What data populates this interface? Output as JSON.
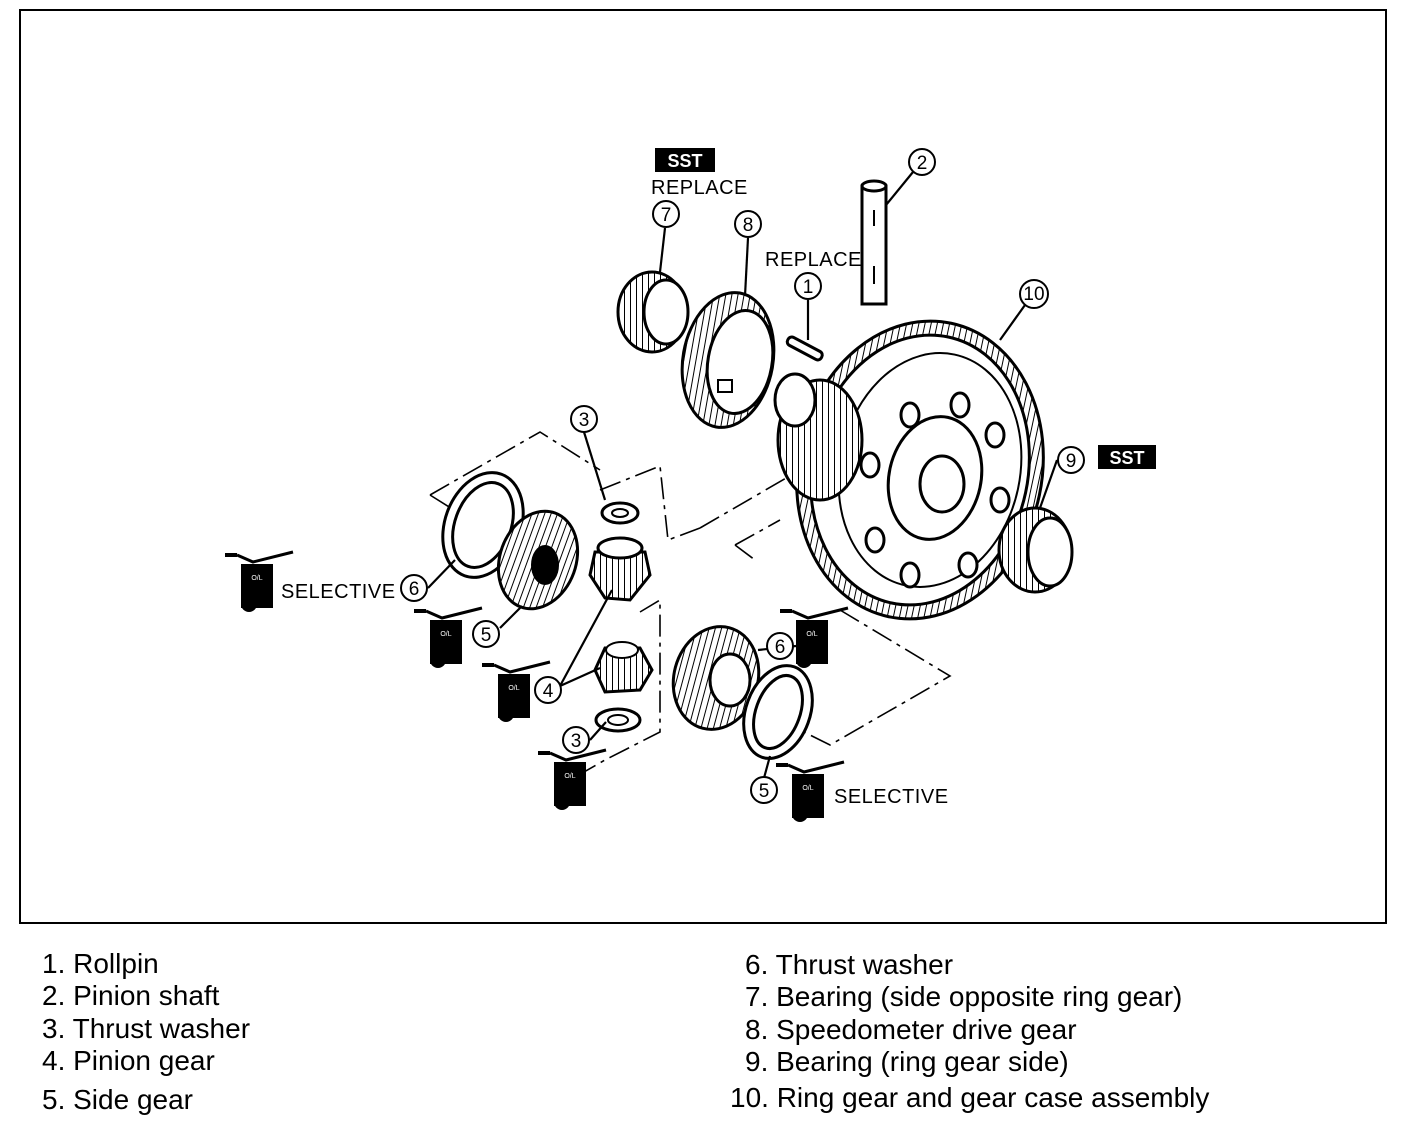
{
  "callouts": {
    "c1": "1",
    "c2": "2",
    "c3a": "3",
    "c3b": "3",
    "c4": "4",
    "c5a": "5",
    "c5b": "5",
    "c6a": "6",
    "c6b": "6",
    "c7": "7",
    "c8": "8",
    "c9": "9",
    "c10": "10"
  },
  "labels": {
    "sst_top": "SST",
    "replace_top": "REPLACE",
    "replace_pin": "REPLACE",
    "sst_right": "SST",
    "selective_left": "SELECTIVE",
    "selective_bottom": "SELECTIVE",
    "oil": "O/L"
  },
  "legend": [
    "1. Rollpin",
    "2. Pinion shaft",
    "3. Thrust washer",
    "4. Pinion gear",
    "5. Side gear",
    "6. Thrust washer",
    "7. Bearing (side opposite ring gear)",
    "8. Speedometer drive gear",
    "9. Bearing (ring gear side)",
    "10.  Ring gear and gear case assembly"
  ]
}
